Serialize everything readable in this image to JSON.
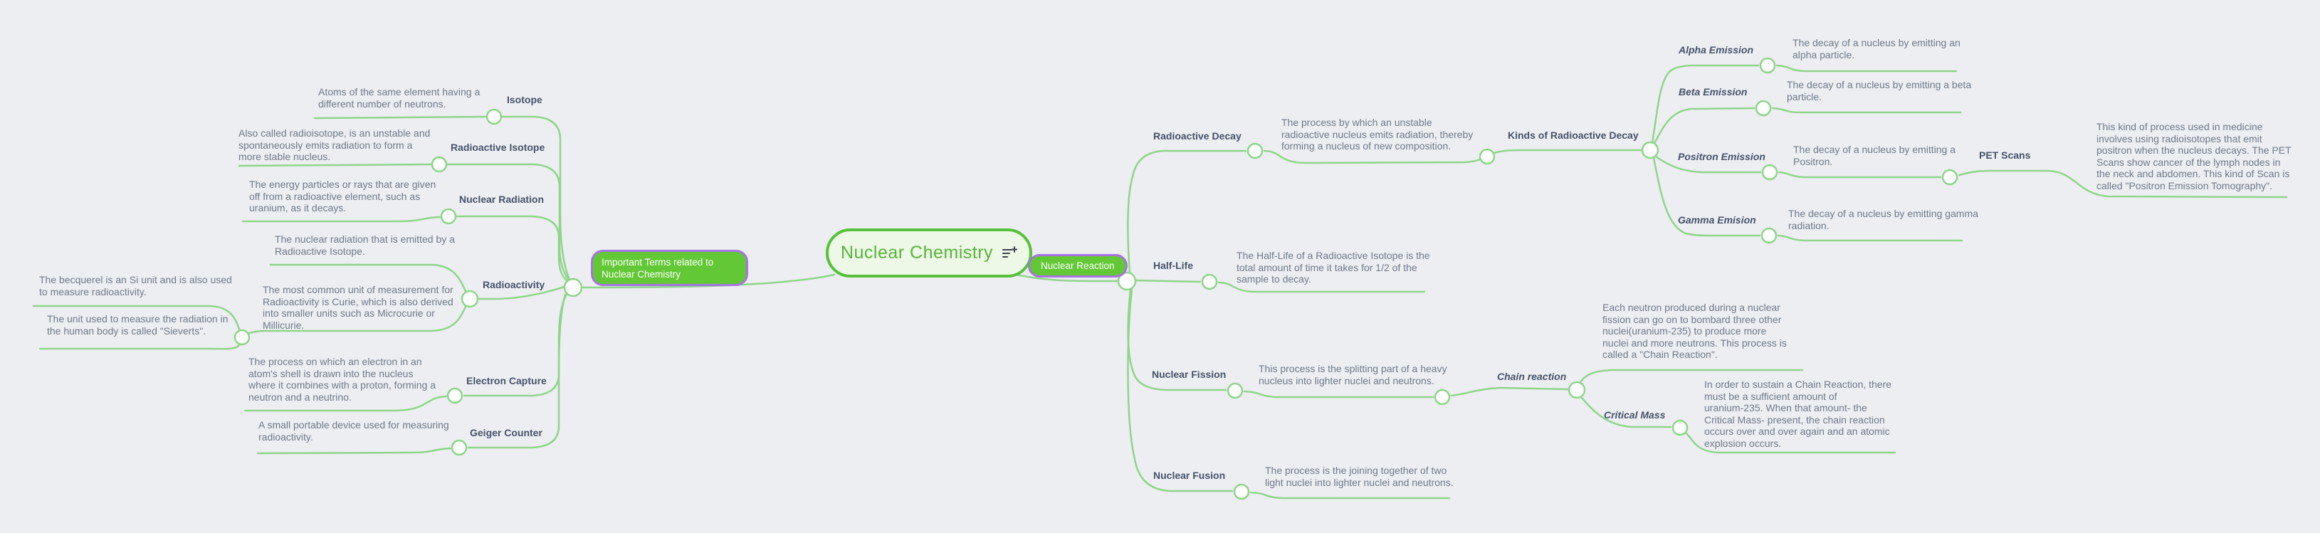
{
  "colors": {
    "background": "#edeef2",
    "branch_line": "#8fd58a",
    "root_border": "#57c13b",
    "root_fill": "#eef8e6",
    "root_text": "#57b43a",
    "pill_fill": "#63c836",
    "pill_border": "#a873e3",
    "pill_text": "#ffffff",
    "label_text": "#45526a",
    "note_text": "#6e7988"
  },
  "map": {
    "root": {
      "title": "Nuclear Chemistry",
      "icon": "note-add-icon"
    },
    "left": {
      "branch": "Important Terms related to Nuclear Chemistry",
      "isotope": {
        "label": "Isotope",
        "desc": "Atoms of the same element having a\ndifferent number of neutrons."
      },
      "radioactive_isotope": {
        "label": "Radioactive Isotope",
        "desc": "Also called radioisotope, is an unstable and\nspontaneously emits radiation to form a\nmore stable nucleus."
      },
      "nuclear_radiation": {
        "label": "Nuclear Radiation",
        "desc": "The energy particles or rays that are given\noff from a radioactive element, such as\nuranium, as it decays."
      },
      "radioactivity": {
        "label": "Radioactivity",
        "note1": "The nuclear radiation that is emitted by a\nRadioactive Isotope.",
        "note2": "The most common unit of measurement for\nRadioactivity is Curie, which is also derived\ninto smaller units such as Microcurie or\nMillicurie.",
        "becquerel": "The becquerel is an Si unit and is also used\nto measure radioactivity.",
        "sieverts": "The unit used to measure the radiation in\nthe human body is called \"Sieverts\"."
      },
      "electron_capture": {
        "label": "Electron Capture",
        "desc": "The process on which an electron in an\natom's shell is drawn into the nucleus\nwhere it combines with a proton, forming a\nneutron and a neutrino."
      },
      "geiger_counter": {
        "label": "Geiger Counter",
        "desc": "A small portable device used for measuring\nradioactivity."
      }
    },
    "right": {
      "branch": "Nuclear Reaction",
      "radioactive_decay": {
        "label": "Radioactive Decay",
        "desc": "The process by which an unstable\nradioactive nucleus emits radiation, thereby\nforming a nucleus of new composition.",
        "kinds": {
          "label": "Kinds of Radioactive Decay",
          "alpha": {
            "label": "Alpha Emission",
            "desc": "The decay of a nucleus by emitting an\nalpha particle."
          },
          "beta": {
            "label": "Beta Emission",
            "desc": "The decay of a nucleus by emitting a beta\nparticle."
          },
          "positron": {
            "label": "Positron Emission",
            "desc": "The decay of a nucleus by emitting a\nPositron.",
            "pet": {
              "label": "PET Scans",
              "desc": "This kind of process used in medicine\ninvolves using radioisotopes that emit\npositron when the nucleus decays.  The PET\nScans show cancer of the lymph nodes in\nthe neck and abdomen. This kind of Scan is\ncalled \"Positron Emission Tomography\"."
            }
          },
          "gamma": {
            "label": "Gamma Emision",
            "desc": "The decay of a nucleus by emitting gamma\nradiation."
          }
        }
      },
      "half_life": {
        "label": "Half-Life",
        "desc": "The Half-Life of a Radioactive Isotope is the\ntotal amount of time it takes for 1/2 of the\nsample to decay."
      },
      "nuclear_fission": {
        "label": "Nuclear Fission",
        "desc": "This process is the splitting part of a heavy\nnucleus into lighter nuclei and neutrons.",
        "chain": {
          "label": "Chain reaction",
          "desc": "Each neutron produced during a nuclear\nfission can go on to bombard three other\nnuclei(uranium-235) to produce more\nnuclei and more neutrons. This process is\ncalled a \"Chain Reaction\".",
          "critical": {
            "label": "Critical Mass",
            "desc": "In order to sustain a Chain Reaction, there\nmust be a sufficient amount of\nuranium-235. When that amount- the\nCritical Mass- present, the chain reaction\noccurs over and over again and an atomic\nexplosion occurs."
          }
        }
      },
      "nuclear_fusion": {
        "label": "Nuclear Fusion",
        "desc": "The process is the joining together of two\nlight nuclei into lighter nuclei and neutrons."
      }
    }
  }
}
